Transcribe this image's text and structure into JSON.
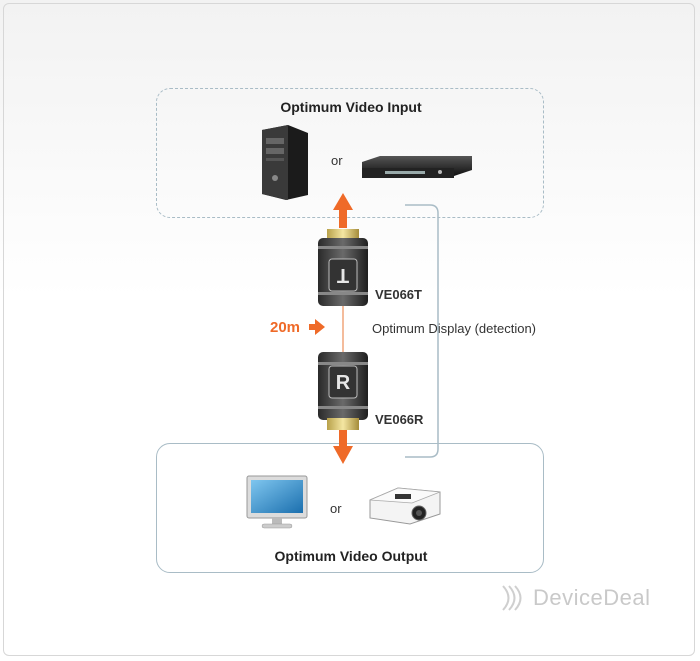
{
  "diagram": {
    "input_title": "Optimum Video Input",
    "output_title": "Optimum Video Output",
    "or_top": "or",
    "or_bottom": "or",
    "transmitter_label": "VE066T",
    "receiver_label": "VE066R",
    "distance_label": "20m",
    "detection_label": "Optimum Display (detection)",
    "transmitter_letter": "T",
    "receiver_letter": "R",
    "accent_color": "#ef6a28",
    "line_color": "#a9bcc6"
  },
  "watermark": {
    "text": "DeviceDeal"
  }
}
